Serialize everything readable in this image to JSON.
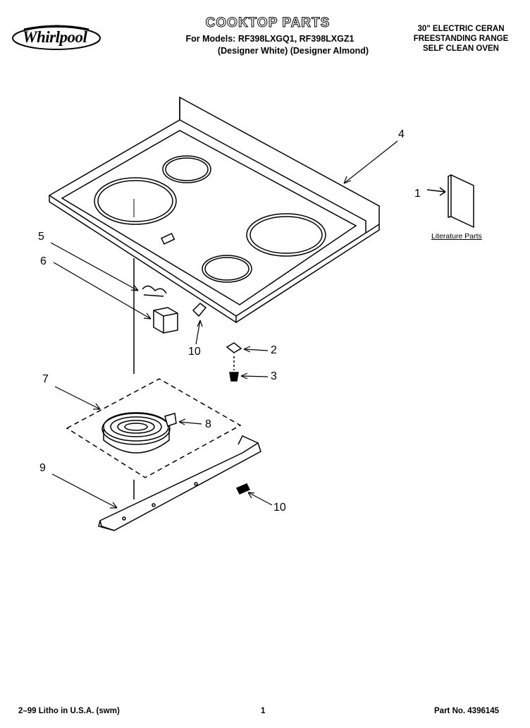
{
  "header": {
    "brand": "Whirlpool",
    "title": "COOKTOP PARTS",
    "models_line": "For Models: RF398LXGQ1, RF398LXGZ1",
    "variants_line": "(Designer White) (Designer Almond)",
    "range_line1": "30\" ELECTRIC CERAN",
    "range_line2": "FREESTANDING RANGE",
    "range_line3": "SELF CLEAN OVEN"
  },
  "callouts": {
    "c1": "1",
    "c2": "2",
    "c3": "3",
    "c4": "4",
    "c5": "5",
    "c6": "6",
    "c7": "7",
    "c8": "8",
    "c9": "9",
    "c10a": "10",
    "c10b": "10"
  },
  "literature_label": "Literature Parts",
  "footer": {
    "left": "2–99 Litho in U.S.A. (swm)",
    "center": "1",
    "right": "Part No. 4396145"
  }
}
